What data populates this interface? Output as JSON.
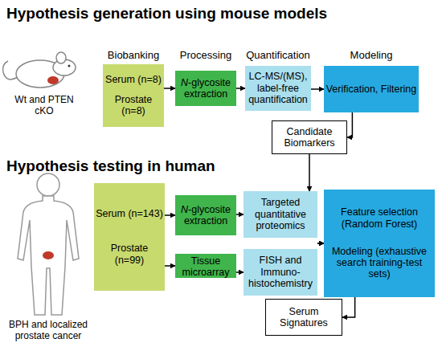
{
  "diagram": {
    "nodes": [
      {
        "text": [
          "Serum (n=8)",
          "Prostate (n=8)"
        ]
      },
      {
        "text": [
          "N-glycosite extraction"
        ]
      },
      {
        "text": [
          "LC-MS/(MS), label-free quantification"
        ]
      },
      {
        "text": [
          "Verification, Filtering"
        ]
      },
      {
        "text": [
          "Candidate Biomarkers"
        ]
      },
      {
        "text": [
          "Serum (n=143)",
          "Prostate (n=99)"
        ]
      },
      {
        "text": [
          "N-glycosite extraction"
        ]
      },
      {
        "text": [
          "Targeted quantitative proteomics"
        ]
      },
      {
        "text": [
          "Feature selection (Random Forest)",
          "Modeling (exhaustive search training-test sets)"
        ]
      },
      {
        "text": [
          "Tissue microarray"
        ]
      },
      {
        "text": [
          "FISH and Immuno-histochemistry"
        ]
      },
      {
        "text": [
          "Serum Signatures"
        ]
      }
    ],
    "edges": [
      {
        "from": 0,
        "to": 1,
        "arrow": "to"
      },
      {
        "from": 1,
        "to": 2,
        "arrow": "to"
      },
      {
        "from": 2,
        "to": 3,
        "arrow": "to"
      },
      {
        "from": 3,
        "to": 4,
        "arrow": "to"
      },
      {
        "from": 4,
        "to": 7,
        "arrow": "to"
      },
      {
        "from": 5,
        "to": 6,
        "arrow": "to"
      },
      {
        "from": 5,
        "to": 9,
        "arrow": "to"
      },
      {
        "from": 6,
        "to": 7,
        "arrow": "to"
      },
      {
        "from": 9,
        "to": 10,
        "arrow": "to"
      },
      {
        "from": 7,
        "to": 8,
        "arrow": "to"
      },
      {
        "from": 10,
        "to": 8,
        "arrow": "to"
      },
      {
        "from": 8,
        "to": 11,
        "arrow": "to"
      }
    ],
    "labels": [
      "Hypothesis generation using mouse models",
      "Biobanking",
      "Processing",
      "Quantification",
      "Modeling",
      "Wt and PTEN cKO",
      "Hypothesis testing in human",
      "BPH and localized prostate cancer"
    ]
  }
}
